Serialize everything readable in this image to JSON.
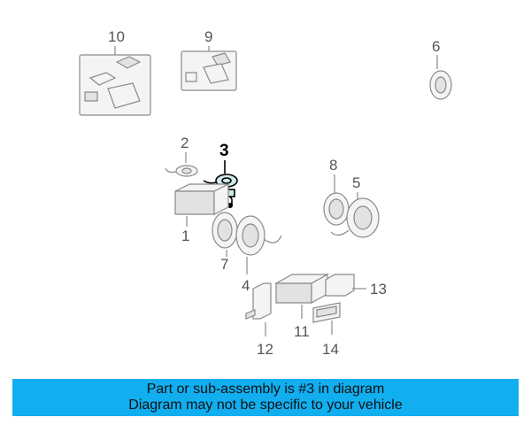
{
  "callouts": {
    "c1": "1",
    "c2": "2",
    "c3": "3",
    "c4": "4",
    "c5": "5",
    "c6": "6",
    "c7": "7",
    "c8": "8",
    "c9": "9",
    "c10": "10",
    "c11": "11",
    "c12": "12",
    "c13": "13",
    "c14": "14"
  },
  "highlighted_part": "3",
  "banner": {
    "line1": "Part or sub-assembly is #3 in diagram",
    "line2": "Diagram may not be specific to your vehicle",
    "color": "#11aef0"
  },
  "colors": {
    "highlight_fill": "#cfe9e9",
    "part_stroke": "#8a8a8a"
  }
}
